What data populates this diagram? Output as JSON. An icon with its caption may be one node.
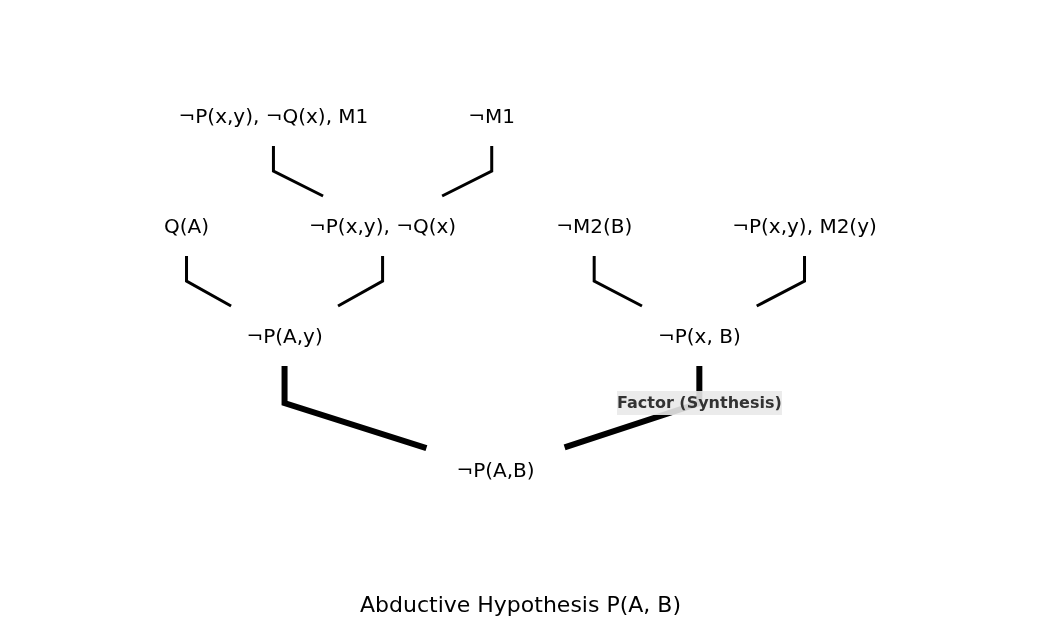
{
  "diagram": {
    "caption": "Abductive Hypothesis P(A, B)",
    "nodes": [
      {
        "text": [
          "¬M1"
        ]
      },
      {
        "text": [
          "¬M2(B)"
        ]
      },
      {
        "text": [
          "¬P(x,y), ¬Q(x), M1"
        ]
      },
      {
        "text": [
          "¬P(x,y), M2(y)"
        ]
      },
      {
        "text": [
          "¬P(x,y), ¬Q(x)"
        ]
      },
      {
        "text": [
          "Q(A)"
        ]
      },
      {
        "text": [
          "¬P(x, B)"
        ]
      },
      {
        "text": [
          "¬P(A,y)"
        ]
      },
      {
        "text": [
          "¬P(A,B)"
        ]
      }
    ],
    "edges": [
      {
        "from": 2,
        "to": 4,
        "arrow": "none"
      },
      {
        "from": 0,
        "to": 4,
        "arrow": "none"
      },
      {
        "from": 1,
        "to": 6,
        "arrow": "none"
      },
      {
        "from": 3,
        "to": 6,
        "arrow": "none"
      },
      {
        "from": 5,
        "to": 7,
        "arrow": "none"
      },
      {
        "from": 4,
        "to": 7,
        "arrow": "none"
      },
      {
        "from": 7,
        "to": 8,
        "arrow": "none",
        "style": "thick"
      },
      {
        "from": 6,
        "to": 8,
        "arrow": "none",
        "style": "thick",
        "label": "Factor (Synthesis)"
      }
    ]
  }
}
